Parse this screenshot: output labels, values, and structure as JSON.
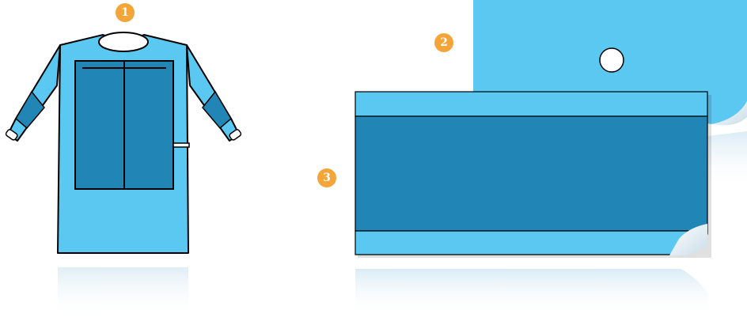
{
  "callouts": [
    {
      "label": "1",
      "item": "gown"
    },
    {
      "label": "2",
      "item": "drape-with-hole"
    },
    {
      "label": "3",
      "item": "striped-drape"
    }
  ],
  "colors": {
    "badge": "#f4a53a",
    "light_blue": "#5bc8f2",
    "dark_blue": "#2185b5",
    "outline": "#000000",
    "curl": "#e8f2f8"
  }
}
